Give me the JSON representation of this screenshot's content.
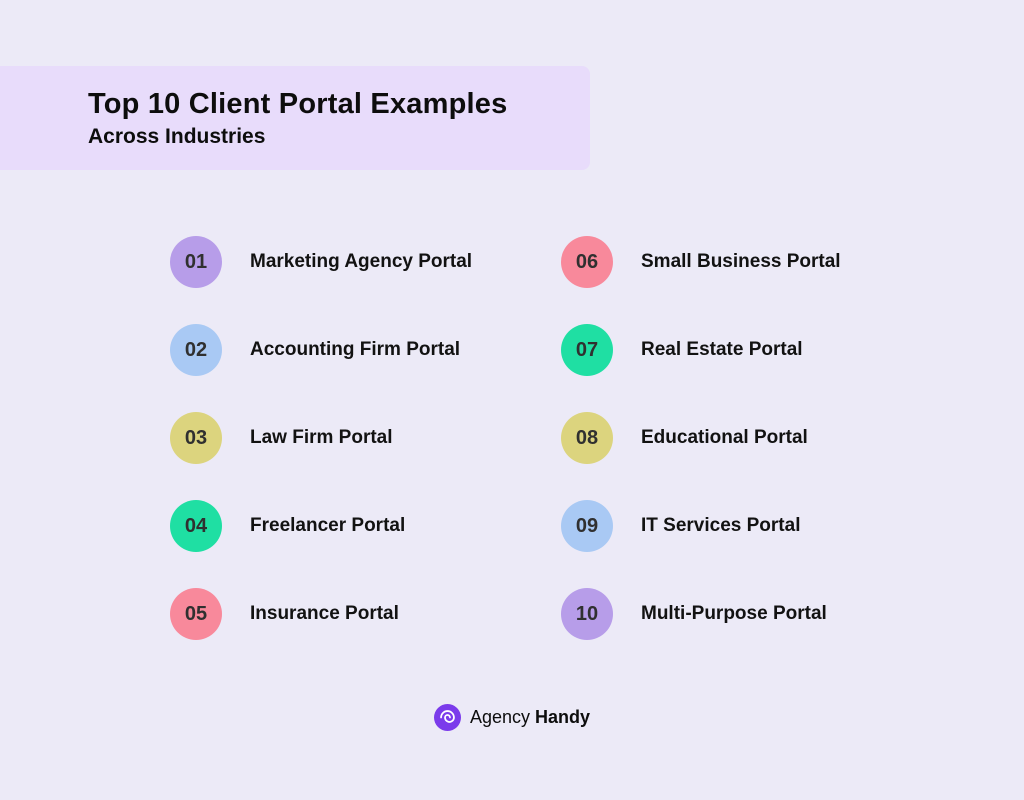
{
  "page": {
    "background": "#ECEAF7"
  },
  "header": {
    "title": "Top 10 Client Portal Examples",
    "subtitle": "Across Industries",
    "background": "#E8DCFB"
  },
  "columns": {
    "left": [
      {
        "number": "01",
        "label": "Marketing Agency Portal",
        "color": "#B79DE9"
      },
      {
        "number": "02",
        "label": "Accounting Firm Portal",
        "color": "#A9C9F4"
      },
      {
        "number": "03",
        "label": "Law Firm Portal",
        "color": "#DCD47E"
      },
      {
        "number": "04",
        "label": "Freelancer Portal",
        "color": "#1FDFA3"
      },
      {
        "number": "05",
        "label": "Insurance Portal",
        "color": "#F8899B"
      }
    ],
    "right": [
      {
        "number": "06",
        "label": "Small Business Portal",
        "color": "#F8899B"
      },
      {
        "number": "07",
        "label": "Real Estate Portal",
        "color": "#1FDFA3"
      },
      {
        "number": "08",
        "label": "Educational Portal",
        "color": "#DCD47E"
      },
      {
        "number": "09",
        "label": "IT Services Portal",
        "color": "#A9C9F4"
      },
      {
        "number": "10",
        "label": "Multi-Purpose Portal",
        "color": "#B79DE9"
      }
    ]
  },
  "footer": {
    "brand_first": "Agency",
    "brand_second": "Handy",
    "logo_color": "#7B3BEB"
  }
}
